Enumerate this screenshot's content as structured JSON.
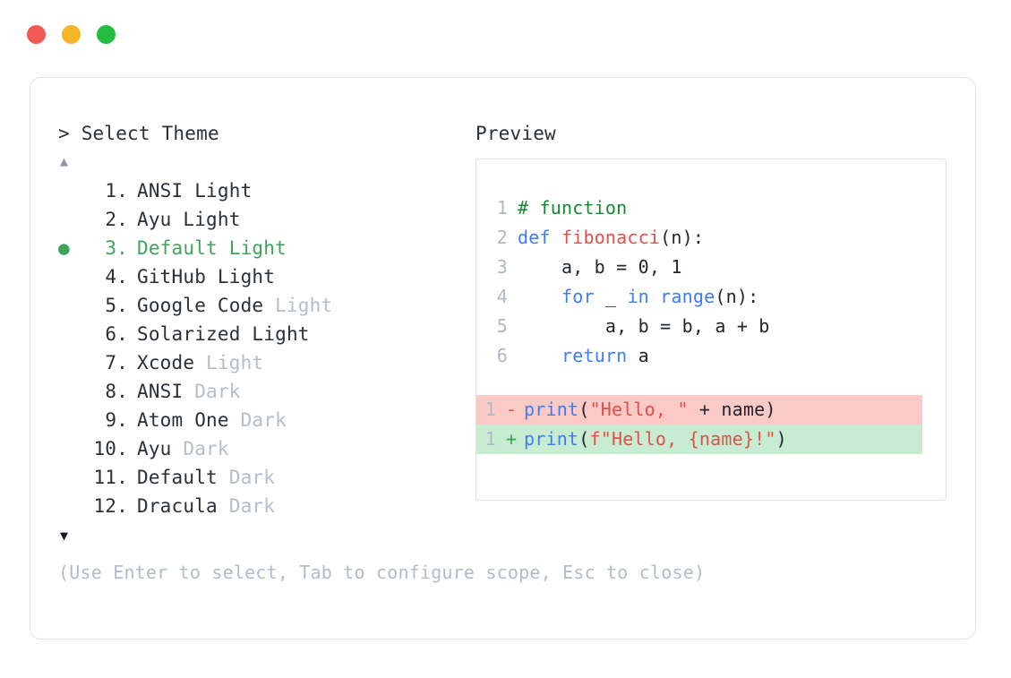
{
  "window": {
    "traffic_lights": [
      {
        "name": "close",
        "color": "#f05a51"
      },
      {
        "name": "minimize",
        "color": "#f5b524"
      },
      {
        "name": "maximize",
        "color": "#23bd3f"
      }
    ]
  },
  "prompt": {
    "caret": ">",
    "title": "Select Theme",
    "scroll_up_glyph": "▲",
    "scroll_down_glyph": "▼"
  },
  "themes": {
    "selected_index": 3,
    "selected_bullet": "●",
    "items": [
      {
        "index": "1.",
        "name": "ANSI Light",
        "variant": "",
        "selected": false
      },
      {
        "index": "2.",
        "name": "Ayu Light",
        "variant": "",
        "selected": false
      },
      {
        "index": "3.",
        "name": "Default Light",
        "variant": "",
        "selected": true
      },
      {
        "index": "4.",
        "name": "GitHub Light",
        "variant": "",
        "selected": false
      },
      {
        "index": "5.",
        "name": "Google Code",
        "variant": "Light",
        "selected": false
      },
      {
        "index": "6.",
        "name": "Solarized Light",
        "variant": "",
        "selected": false
      },
      {
        "index": "7.",
        "name": "Xcode",
        "variant": "Light",
        "selected": false
      },
      {
        "index": "8.",
        "name": "ANSI",
        "variant": "Dark",
        "selected": false
      },
      {
        "index": "9.",
        "name": "Atom One",
        "variant": "Dark",
        "selected": false
      },
      {
        "index": "10.",
        "name": "Ayu",
        "variant": "Dark",
        "selected": false
      },
      {
        "index": "11.",
        "name": "Default",
        "variant": "Dark",
        "selected": false
      },
      {
        "index": "12.",
        "name": "Dracula",
        "variant": "Dark",
        "selected": false
      }
    ]
  },
  "hint": "(Use Enter to select, Tab to configure scope, Esc to close)",
  "preview": {
    "label": "Preview",
    "code_lines": [
      {
        "number": "1",
        "tokens": [
          {
            "text": "# function",
            "type": "comment"
          }
        ]
      },
      {
        "number": "2",
        "tokens": [
          {
            "text": "def ",
            "type": "keyword"
          },
          {
            "text": "fibonacci",
            "type": "func"
          },
          {
            "text": "(n):",
            "type": "plain"
          }
        ]
      },
      {
        "number": "3",
        "tokens": [
          {
            "text": "    a, b = 0, 1",
            "type": "plain"
          }
        ]
      },
      {
        "number": "4",
        "tokens": [
          {
            "text": "    ",
            "type": "plain"
          },
          {
            "text": "for",
            "type": "keyword"
          },
          {
            "text": " _ ",
            "type": "plain"
          },
          {
            "text": "in range",
            "type": "keyword"
          },
          {
            "text": "(n):",
            "type": "plain"
          }
        ]
      },
      {
        "number": "5",
        "tokens": [
          {
            "text": "        a, b = b, a + b",
            "type": "plain"
          }
        ]
      },
      {
        "number": "6",
        "tokens": [
          {
            "text": "    ",
            "type": "plain"
          },
          {
            "text": "return",
            "type": "keyword"
          },
          {
            "text": " a",
            "type": "plain"
          }
        ]
      }
    ],
    "diff_lines": [
      {
        "number": "1",
        "marker": "-",
        "kind": "deletion",
        "tokens": [
          {
            "text": "print",
            "type": "keyword"
          },
          {
            "text": "(",
            "type": "plain"
          },
          {
            "text": "\"Hello, \"",
            "type": "string"
          },
          {
            "text": " + name)",
            "type": "plain"
          }
        ]
      },
      {
        "number": "1",
        "marker": "+",
        "kind": "addition",
        "tokens": [
          {
            "text": "print",
            "type": "keyword"
          },
          {
            "text": "(",
            "type": "plain"
          },
          {
            "text": "f\"Hello, {name}!\"",
            "type": "string"
          },
          {
            "text": ")",
            "type": "plain"
          }
        ]
      }
    ]
  },
  "colors": {
    "selected_green": "#3fa45b",
    "dim_gray": "#b6bdcc",
    "text": "#2b2f38",
    "comment": "#118a32",
    "keyword": "#3d7df6",
    "string": "#e0504a",
    "diff_del_bg": "#fbc9c6",
    "diff_add_bg": "#c8ecd2",
    "border": "#dfe2e8"
  }
}
